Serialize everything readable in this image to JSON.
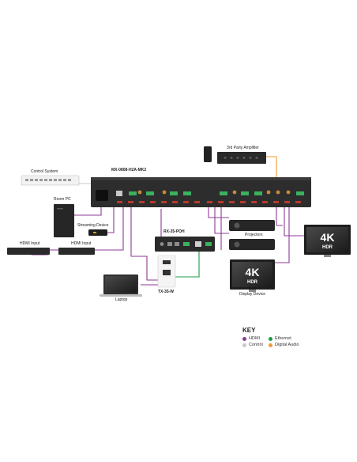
{
  "labels": {
    "amplifier": "3rd Party Amplifier",
    "control_system": "Control System",
    "matrix": "MX-0808-H2A-MK2",
    "room_pc": "Room PC",
    "streaming": "Streaming Device",
    "hdmi_input_1": "HDMI Input",
    "hdmi_input_2": "HDMI Input",
    "rx": "RX-35-POH",
    "tx": "TX-35-W",
    "laptop": "Laptop",
    "projectors": "Projectors",
    "display_device": "Display Device"
  },
  "screens": {
    "big": "4K",
    "sub": "HDR"
  },
  "key": {
    "title": "KEY",
    "items": [
      {
        "label": "HDMI",
        "color": "#8e3a96"
      },
      {
        "label": "Ethernet",
        "color": "#1a9c4a"
      },
      {
        "label": "Control",
        "color": "#c8c8c8"
      },
      {
        "label": "Digital Audio",
        "color": "#f29a2e"
      }
    ]
  },
  "colors": {
    "hdmi": "#8e3a96",
    "ethernet": "#1a9c4a",
    "control": "#c8c8c8",
    "audio": "#f29a2e",
    "device": "#2a2a2a"
  }
}
